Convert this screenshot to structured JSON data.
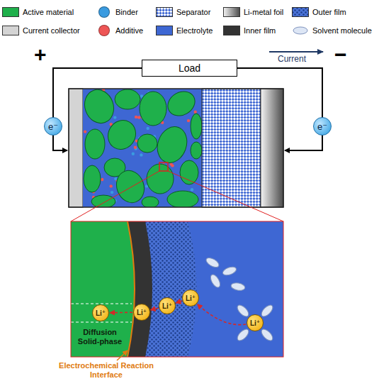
{
  "diagram": {
    "nodes": [
      {
        "text": [
          "Load"
        ]
      },
      {
        "text": [
          "e⁻"
        ]
      },
      {
        "text": [
          "e⁻"
        ]
      },
      {
        "text": [
          "Li⁺"
        ]
      },
      {
        "text": [
          "Li⁺"
        ]
      },
      {
        "text": [
          "Li⁺"
        ]
      },
      {
        "text": [
          "Li⁺"
        ]
      },
      {
        "text": [
          "Li⁺"
        ]
      }
    ],
    "edges": [
      {
        "from": 7,
        "to": 6,
        "arrow": "to"
      },
      {
        "from": 6,
        "to": 5,
        "arrow": "to"
      },
      {
        "from": 5,
        "to": 4,
        "arrow": "to"
      },
      {
        "from": 4,
        "to": 3,
        "arrow": "to"
      }
    ],
    "labels": [
      "+",
      "−",
      "Current",
      "Diffusion Solid-phase",
      "Electrochemical Reaction Interface"
    ],
    "legend": [
      {
        "text": "Active material",
        "color": "#1fb04b"
      },
      {
        "text": "Binder",
        "color": "#3a9be0"
      },
      {
        "text": "Separator"
      },
      {
        "text": "Li-metal foil"
      },
      {
        "text": "Outer film"
      },
      {
        "text": "Current collector",
        "color": "#d4d4d4"
      },
      {
        "text": "Additive",
        "color": "#ee5555"
      },
      {
        "text": "Electrolyte",
        "color": "#3e67d3"
      },
      {
        "text": "Inner film",
        "color": "#333333"
      },
      {
        "text": "Solvent molecule"
      }
    ]
  }
}
